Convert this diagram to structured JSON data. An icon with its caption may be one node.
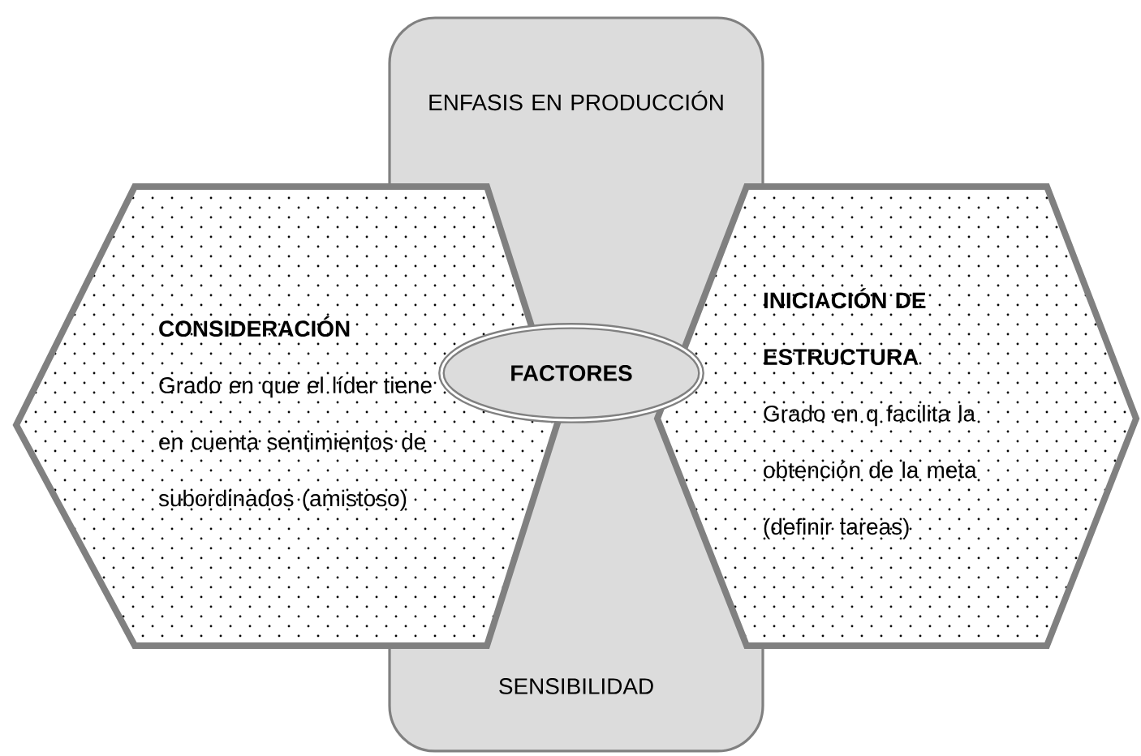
{
  "diagram": {
    "nodes": [
      {
        "text": [
          "ENFASIS EN PRODUCCIÓN",
          "SENSIBILIDAD"
        ]
      },
      {
        "text": [
          "CONSIDERACIÓN",
          "Grado en que el líder tiene en cuenta sentimientos de subordinados (amistoso)"
        ]
      },
      {
        "text": [
          "INICIACIÓN DE ESTRUCTURA",
          "Grado en q facilita la obtención de la meta (definir tareas)"
        ]
      },
      {
        "text": [
          "FACTORES"
        ],
        "in": 0
      }
    ]
  }
}
